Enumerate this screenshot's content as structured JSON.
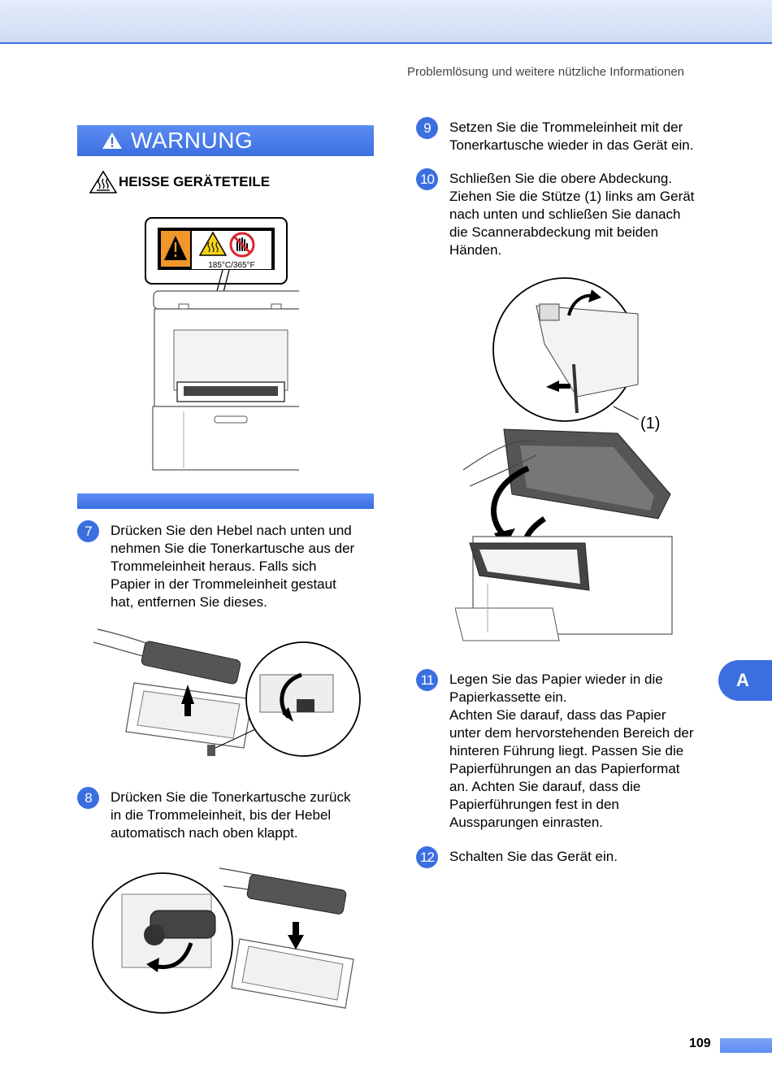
{
  "header": {
    "running_title": "Problemlösung und weitere nützliche Informationen"
  },
  "warning": {
    "label": "WARNUNG",
    "hot_title": "HEISSE GERÄTETEILE",
    "temp_label": "185°C/365°F"
  },
  "steps": [
    {
      "num": "7",
      "lines": [
        "Drücken Sie den Hebel nach unten und",
        "nehmen Sie die Tonerkartusche aus der",
        "Trommeleinheit heraus. Falls sich",
        "Papier in der Trommeleinheit gestaut",
        "hat, entfernen Sie dieses."
      ]
    },
    {
      "num": "8",
      "lines": [
        "Drücken Sie die Tonerkartusche zurück",
        "in die Trommeleinheit, bis der Hebel",
        "automatisch nach oben klappt."
      ]
    },
    {
      "num": "9",
      "lines": [
        "Setzen Sie die Trommeleinheit mit der",
        "Tonerkartusche wieder in das Gerät ein."
      ]
    },
    {
      "num": "10",
      "lines": [
        "Schließen Sie die obere Abdeckung.",
        "Ziehen Sie die Stütze (1) links am Gerät",
        "nach unten und schließen Sie danach",
        "die Scannerabdeckung mit beiden",
        "Händen."
      ]
    },
    {
      "num": "11",
      "lines": [
        "Legen Sie das Papier wieder in die",
        "Papierkassette ein.",
        "Achten Sie darauf, dass das Papier",
        "unter dem hervorstehenden Bereich der",
        "hinteren Führung liegt. Passen Sie die",
        "Papierführungen an das Papierformat",
        "an. Achten Sie darauf, dass die",
        "Papierführungen fest in den",
        "Aussparungen einrasten."
      ]
    },
    {
      "num": "12",
      "lines": [
        "Schalten Sie das Gerät ein."
      ]
    }
  ],
  "figure_callout": "(1)",
  "chapter_tab": "A",
  "page_number": "109",
  "colors": {
    "accent": "#3b6fe0",
    "warning_orange": "#f0962b",
    "warning_yellow": "#f5d21a",
    "no_touch_red": "#d8262e"
  },
  "icons": [
    "warning-triangle-icon",
    "hot-surface-icon",
    "no-touch-icon"
  ]
}
